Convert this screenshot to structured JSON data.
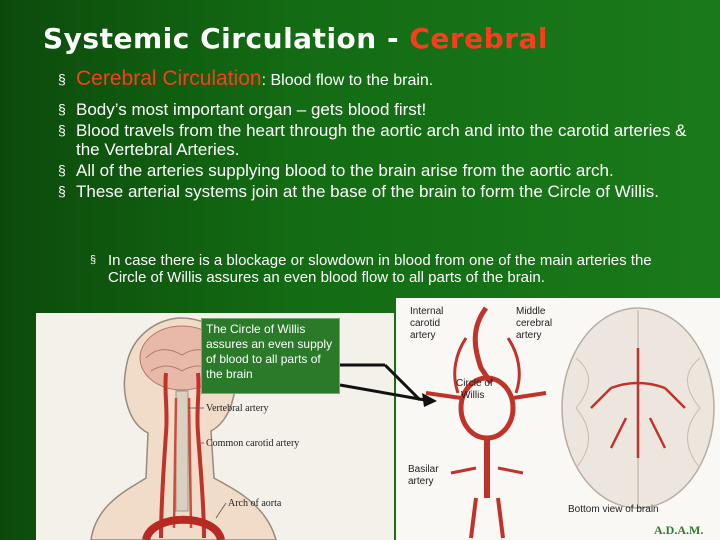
{
  "title": {
    "main": "Systemic Circulation - ",
    "accent": "Cerebral"
  },
  "bullets": {
    "lead_term": "Cerebral Circulation",
    "lead_rest": ": Blood flow to the brain.",
    "items": [
      "Body’s most important organ – gets blood first!",
      "Blood travels from the heart through the aortic arch and into the carotid arteries & the Vertebral Arteries.",
      " All of the arteries supplying blood to the brain arise from the aortic arch.",
      "These arterial systems join at the base of the brain to form the Circle of Willis."
    ],
    "sub_item": " In case there is a blockage or slowdown in blood from one of the main arteries the Circle of Willis assures an even blood flow to all parts of the brain."
  },
  "callout": {
    "text": "The Circle of Willis assures an even supply of blood to all parts of the brain"
  },
  "left_figure": {
    "labels": {
      "vertebral": "Vertebral artery",
      "carotid": "Common carotid artery",
      "aorta": "Arch of aorta"
    }
  },
  "right_figure": {
    "labels": {
      "internal_carotid_1": "Internal",
      "internal_carotid_2": "carotid",
      "internal_carotid_3": "artery",
      "middle_cerebral_1": "Middle",
      "middle_cerebral_2": "cerebral",
      "middle_cerebral_3": "artery",
      "circle_1": "Circle of",
      "circle_2": "Willis",
      "basilar_1": "Basilar",
      "basilar_2": "artery",
      "bottom_view": "Bottom view of brain",
      "logo": "A.D.A.M."
    }
  },
  "colors": {
    "accent": "#ff3b1f",
    "background": "#136b13",
    "artery": "#c0332a"
  }
}
